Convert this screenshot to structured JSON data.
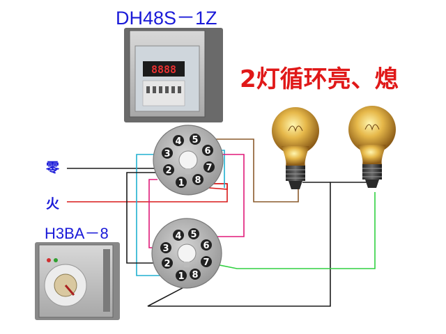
{
  "titles": {
    "top_model": "DH48S－1Z",
    "description": "2灯循环亮、熄",
    "bottom_model": "H3BA－8"
  },
  "labels": {
    "neutral": "零",
    "live": "火"
  },
  "timer_display": "8888",
  "socket_top": {
    "pins": [
      "1",
      "2",
      "3",
      "4",
      "5",
      "6",
      "7",
      "8"
    ]
  },
  "socket_bottom": {
    "pins": [
      "1",
      "2",
      "3",
      "4",
      "5",
      "6",
      "7",
      "8"
    ]
  },
  "wire_colors": {
    "neutral": "#1a1a1a",
    "live": "#d81818",
    "relay_a": "#20b0d0",
    "relay_b": "#e01878",
    "lamp_1": "#8a5a2b",
    "lamp_2": "#30d040",
    "common": "#1a1a1a"
  }
}
